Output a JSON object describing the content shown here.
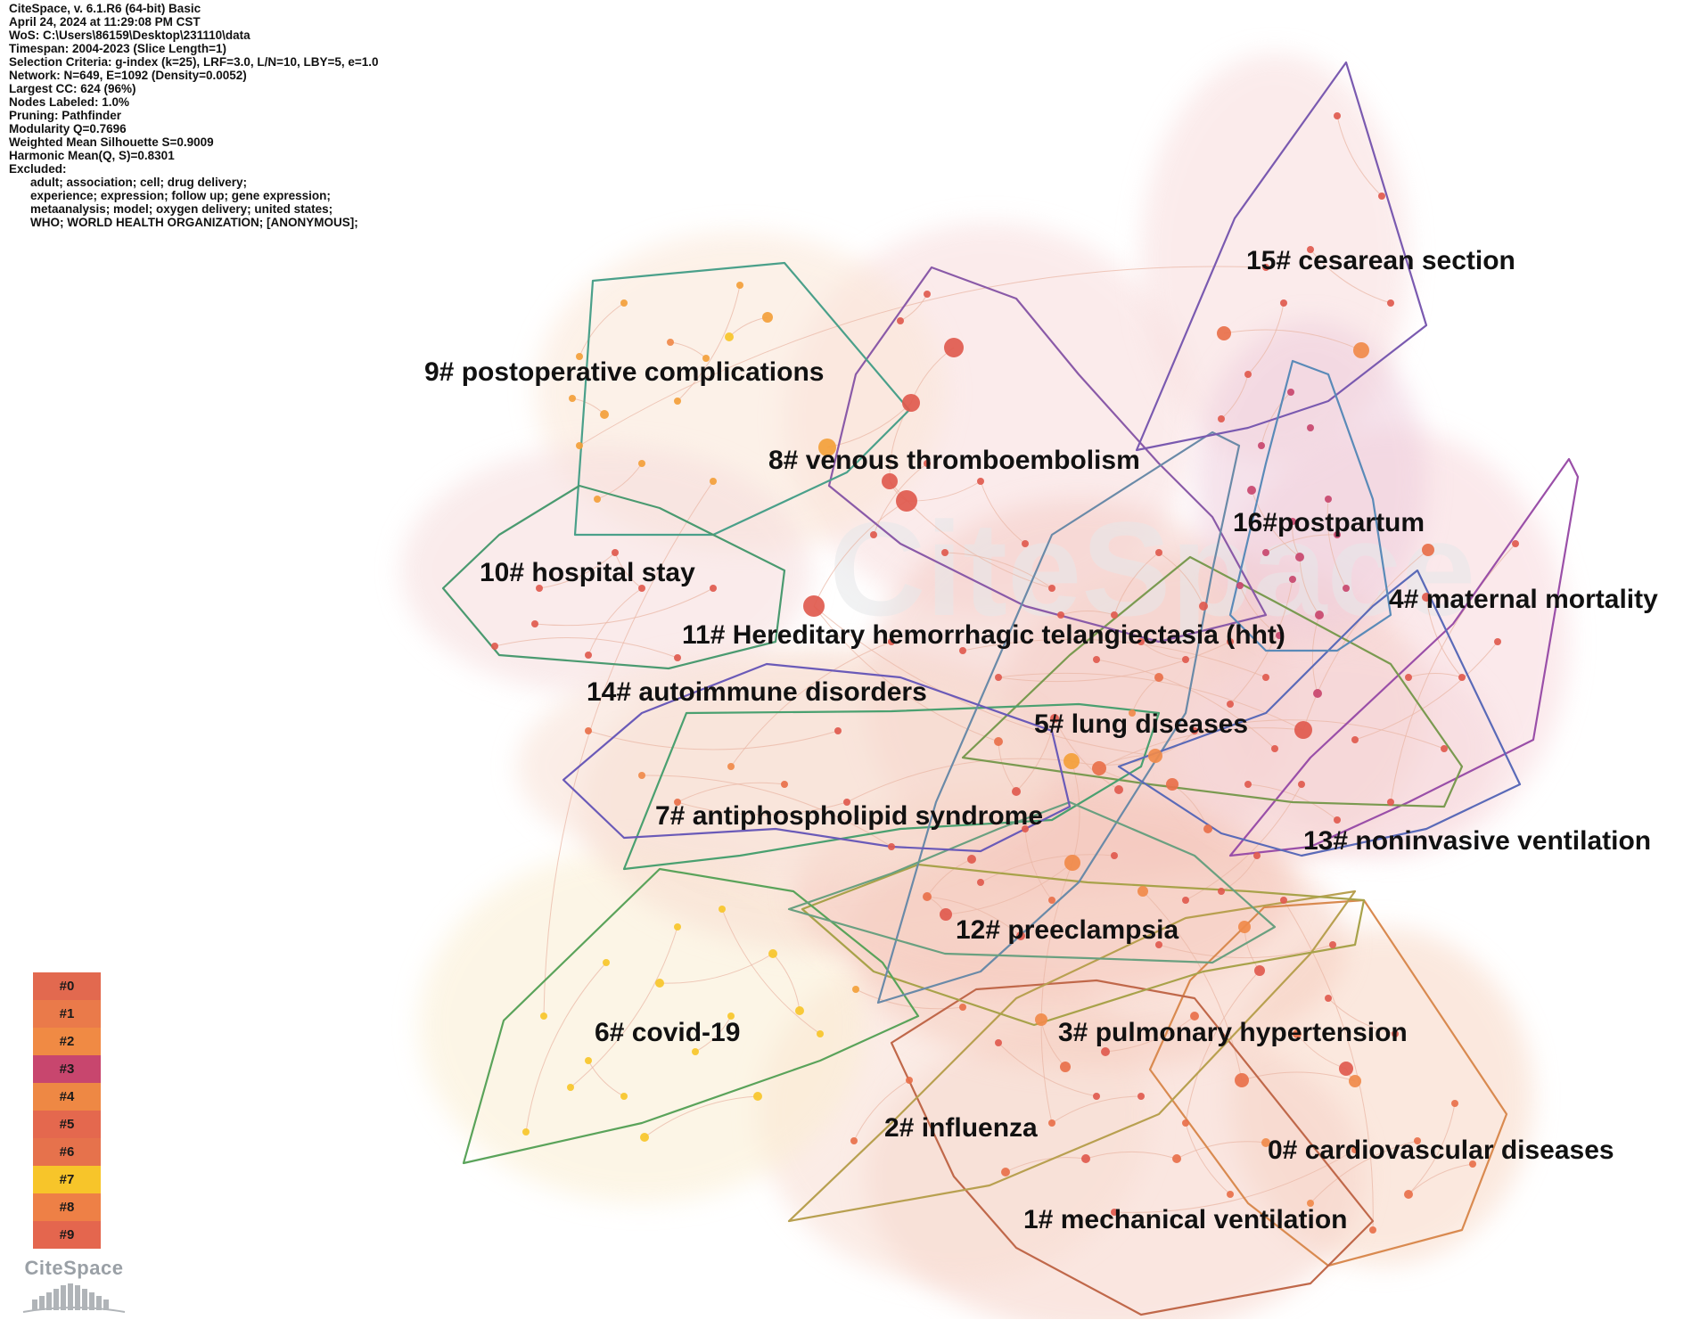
{
  "info_lines": [
    "CiteSpace, v. 6.1.R6 (64-bit) Basic",
    "April 24, 2024 at 11:29:08 PM CST",
    "WoS: C:\\Users\\86159\\Desktop\\231110\\data",
    "Timespan: 2004-2023 (Slice Length=1)",
    "Selection Criteria: g-index (k=25), LRF=3.0, L/N=10, LBY=5, e=1.0",
    "Network: N=649, E=1092 (Density=0.0052)",
    "Largest CC: 624 (96%)",
    "Nodes Labeled: 1.0%",
    "Pruning: Pathfinder",
    "Modularity Q=0.7696",
    "Weighted Mean Silhouette S=0.9009",
    "Harmonic Mean(Q, S)=0.8301",
    "Excluded:"
  ],
  "excluded_lines": [
    "adult; association; cell; drug delivery;",
    "experience; expression; follow up; gene expression;",
    "metaanalysis; model; oxygen delivery; united states;",
    "WHO; WORLD HEALTH ORGANIZATION; [ANONYMOUS];"
  ],
  "clusters": [
    {
      "label": "0# cardiovascular diseases",
      "color": "#d98a50"
    },
    {
      "label": "1# mechanical ventilation",
      "color": "#c0684a"
    },
    {
      "label": "2# influenza",
      "color": "#b8a050"
    },
    {
      "label": "3# pulmonary hypertension",
      "color": "#a8a24a"
    },
    {
      "label": "4# maternal mortality",
      "color": "#9a4fa8"
    },
    {
      "label": "5# lung diseases",
      "color": "#7a9a50"
    },
    {
      "label": "6# covid-19",
      "color": "#5aa35a"
    },
    {
      "label": "7# antiphospholipid syndrome",
      "color": "#4aa070"
    },
    {
      "label": "8# venous thromboembolism",
      "color": "#8a5aa8"
    },
    {
      "label": "9# postoperative complications",
      "color": "#4aa08a"
    },
    {
      "label": "10# hospital stay",
      "color": "#4a9a70"
    },
    {
      "label": "11# Hereditary hemorrhagic telangiectasia (hht)",
      "color": "#6a8aa8"
    },
    {
      "label": "12# preeclampsia",
      "color": "#6aa080"
    },
    {
      "label": "13# noninvasive ventilation",
      "color": "#5a6ab8"
    },
    {
      "label": "14# autoimmune disorders",
      "color": "#6a5ab8"
    },
    {
      "label": "15# cesarean section",
      "color": "#7a5ab0"
    },
    {
      "label": "16#postpartum",
      "color": "#5a8ab8"
    }
  ],
  "legend": [
    {
      "label": "#0",
      "color": "#e2694f"
    },
    {
      "label": "#1",
      "color": "#ea7a4a"
    },
    {
      "label": "#2",
      "color": "#f08a44"
    },
    {
      "label": "#3",
      "color": "#c8466e"
    },
    {
      "label": "#4",
      "color": "#ee8844"
    },
    {
      "label": "#5",
      "color": "#e4684e"
    },
    {
      "label": "#6",
      "color": "#e6724c"
    },
    {
      "label": "#7",
      "color": "#f7c52a"
    },
    {
      "label": "#8",
      "color": "#ee8046"
    },
    {
      "label": "#9",
      "color": "#e4664e"
    }
  ],
  "logo_text": "CiteSpace",
  "watermark_text": "CiteSpace"
}
